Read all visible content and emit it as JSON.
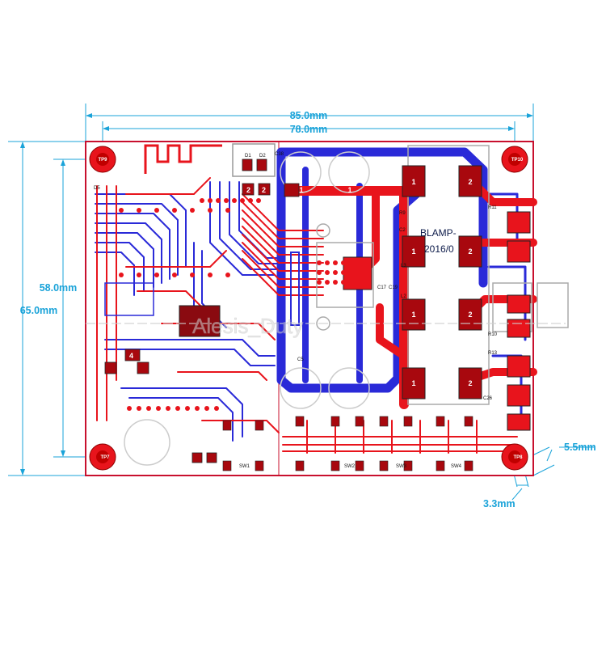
{
  "dimensions": {
    "width_outer": "85.0mm",
    "width_inner": "78.0mm",
    "height_inner": "58.0mm",
    "height_outer": "65.0mm",
    "hole_offset": "5.5mm",
    "hole_diameter": "3.3mm"
  },
  "test_points": [
    "TP9",
    "TP10",
    "TP7",
    "TP8"
  ],
  "labels": {
    "d1": "D1",
    "d2": "D2",
    "c38": "C38",
    "d5": "D5",
    "r9": "R9",
    "c2": "C2",
    "l3": "L3",
    "l2": "L2",
    "c17": "C17",
    "c19": "C19",
    "c5": "C5",
    "r11": "R11",
    "r10": "R10",
    "r13": "R13",
    "c26": "C26",
    "board_name": "BLAMP-",
    "board_date": "2016/0",
    "sw1": "SW1",
    "sw2": "SW2",
    "sw3": "SW3",
    "sw4": "SW4"
  },
  "watermark": "Alesis_Duty",
  "colors": {
    "top_copper": "#e8141c",
    "bottom_copper": "#2a2ad8",
    "pad_dark": "#a8080e",
    "dimension": "#1aa3d9",
    "silk": "#e0e0e0"
  }
}
